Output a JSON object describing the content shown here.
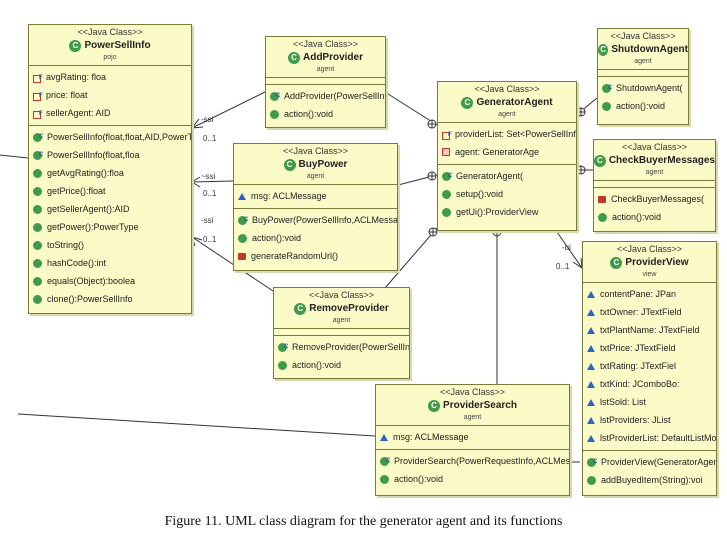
{
  "stereotype": "<<Java Class>>",
  "caption": "Figure 11. UML class diagram for the generator agent and its functions",
  "classes": {
    "powersellinfo": {
      "name": "PowerSellInfo",
      "package": "pojo",
      "fields": [
        "avgRating: floa",
        "price: float",
        "sellerAgent: AID"
      ],
      "methods": [
        "PowerSellInfo(float,float,AID,PowerTyp",
        "PowerSellInfo(float,floa",
        "getAvgRating():floa",
        "getPrice():float",
        "getSellerAgent():AID",
        "getPower():PowerType",
        "toString()",
        "hashCode():int",
        "equals(Object):boolea",
        "clone():PowerSellInfo"
      ]
    },
    "addprovider": {
      "name": "AddProvider",
      "package": "agent",
      "methods": [
        "AddProvider(PowerSellInfo",
        "action():void"
      ]
    },
    "buypower": {
      "name": "BuyPower",
      "package": "agent",
      "fields": [
        "msg: ACLMessage"
      ],
      "methods": [
        "BuyPower(PowerSellInfo,ACLMessag",
        "action():void",
        "generateRandomUrl()"
      ]
    },
    "removeprovider": {
      "name": "RemoveProvider",
      "package": "agent",
      "methods": [
        "RemoveProvider(PowerSellInfo",
        "action():void"
      ]
    },
    "generatoragent": {
      "name": "GeneratorAgent",
      "package": "agent",
      "fields": [
        "providerList: Set<PowerSellInfo",
        "agent: GeneratorAge"
      ],
      "methods": [
        "GeneratorAgent(",
        "setup():void",
        "getUi():ProviderView"
      ]
    },
    "shutdownagent": {
      "name": "ShutdownAgent",
      "package": "agent",
      "methods": [
        "ShutdownAgent(",
        "action():void"
      ]
    },
    "checkbuyermessages": {
      "name": "CheckBuyerMessages",
      "package": "agent",
      "methods": [
        "CheckBuyerMessages(",
        "action():void"
      ]
    },
    "providersearch": {
      "name": "ProviderSearch",
      "package": "agent",
      "fields": [
        "msg: ACLMessage"
      ],
      "methods": [
        "ProviderSearch(PowerRequestInfo,ACLMessa",
        "action():void"
      ]
    },
    "providerview": {
      "name": "ProviderView",
      "package": "view",
      "fields": [
        "contentPane: JPan",
        "txtOwner: JTextField",
        "txtPlantName: JTextField",
        "txtPrice: JTextField",
        "txtRating: JTextFiel",
        "txtKind: JComboBo:",
        "lstSold: List",
        "lstProviders: JList",
        "lstProviderList: DefaultListMode"
      ],
      "methods": [
        "ProviderView(GeneratorAgen",
        "addBuyedItem(String):voi"
      ]
    }
  },
  "edge_labels": {
    "ssi": "-ssi",
    "ssi2": "~ssi",
    "ui": "-ui",
    "mult": "0..1"
  }
}
